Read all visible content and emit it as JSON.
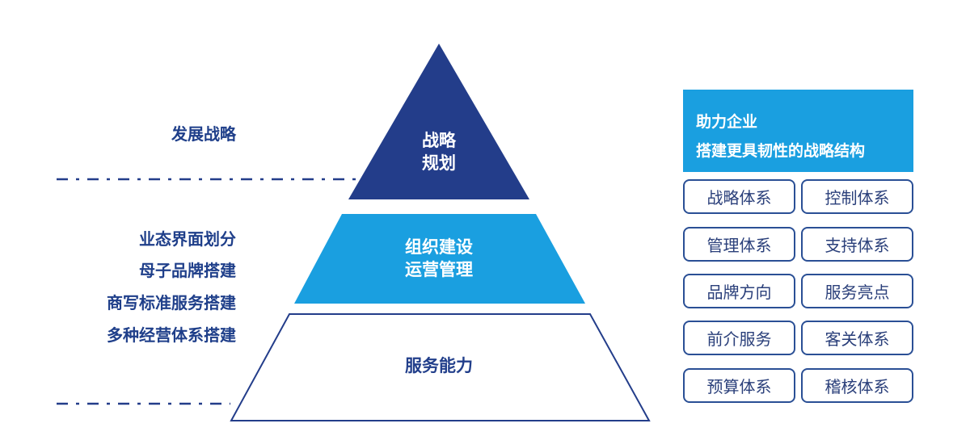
{
  "colors": {
    "navy": "#233d8a",
    "mid_blue": "#1a9fe0",
    "outline": "#2a4f95",
    "text_dark": "#1f3f8a"
  },
  "pyramid": {
    "top": {
      "line1": "战略",
      "line2": "规划"
    },
    "middle": {
      "line1": "组织建设",
      "line2": "运营管理"
    },
    "bottom": {
      "line1": "服务能力"
    }
  },
  "left_labels": {
    "strategy": "发展战略",
    "items": [
      "业态界面划分",
      "母子品牌搭建",
      "商写标准服务搭建",
      "多种经营体系搭建"
    ]
  },
  "panel": {
    "header_line1": "助力企业",
    "header_line2": "搭建更具韧性的战略结构",
    "systems": [
      [
        "战略体系",
        "控制体系"
      ],
      [
        "管理体系",
        "支持体系"
      ],
      [
        "品牌方向",
        "服务亮点"
      ],
      [
        "前介服务",
        "客关体系"
      ],
      [
        "预算体系",
        "稽核体系"
      ]
    ]
  }
}
